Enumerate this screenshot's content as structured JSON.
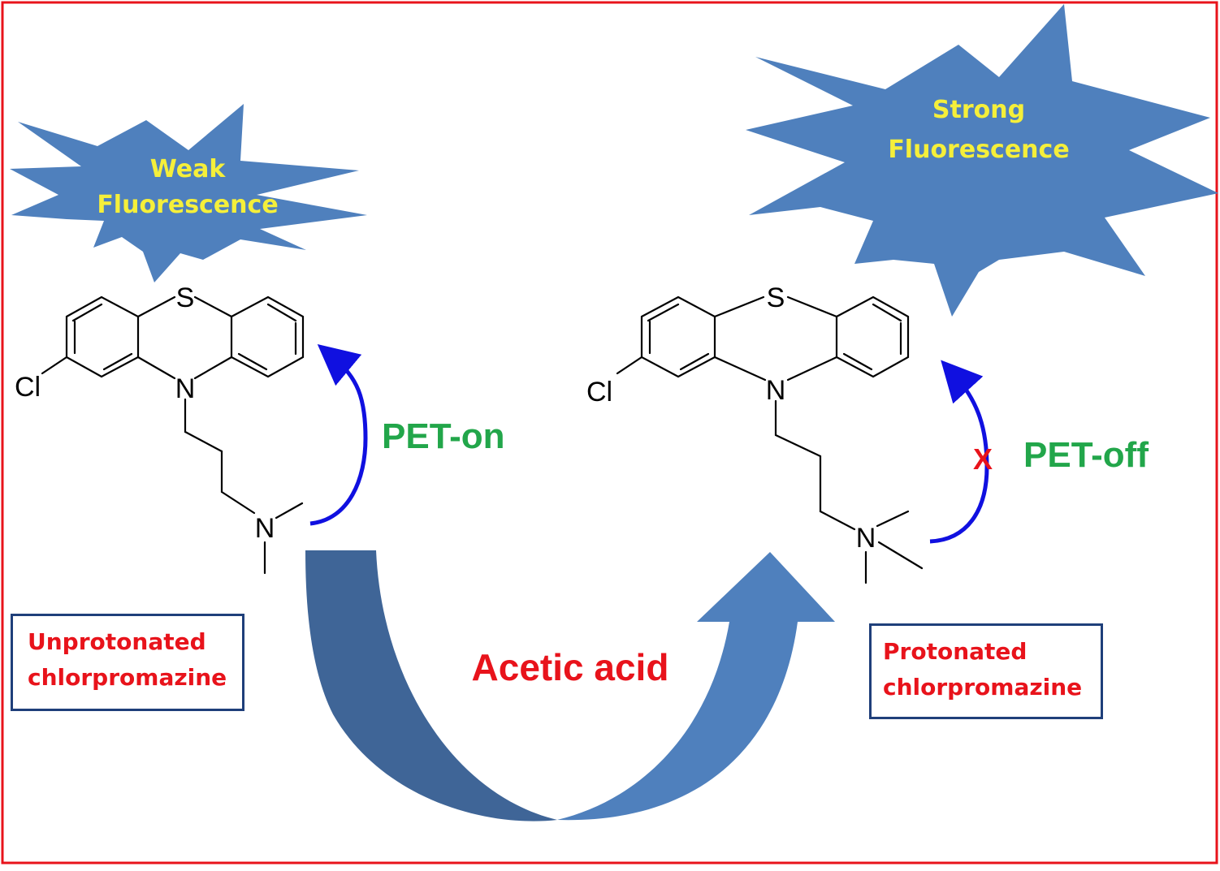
{
  "burst_left": {
    "line1": "Weak",
    "line2": "Fluorescence"
  },
  "burst_right": {
    "line1": "Strong",
    "line2": "Fluorescence"
  },
  "pet_on": "PET-on",
  "pet_off": "PET-off",
  "blocked_mark": "X",
  "reaction_label": "Acetic acid",
  "atoms": {
    "sulfur": "S",
    "nitrogen": "N",
    "chlorine": "Cl"
  },
  "box_left": {
    "line1": "Unprotonated",
    "line2": "chlorpromazine"
  },
  "box_right": {
    "line1": "Protonated",
    "line2": "chlorpromazine"
  },
  "colors": {
    "frame": "#e8131b",
    "burst_fill": "#4f80bd",
    "burst_text": "#f5ef3a",
    "pet_text": "#22a64a",
    "pet_arrow": "#1010e0",
    "reaction_arrow_dark": "#3f6597",
    "reaction_arrow_light": "#4f80bd",
    "label_text": "#e8131b",
    "label_border": "#1f3f7a"
  }
}
